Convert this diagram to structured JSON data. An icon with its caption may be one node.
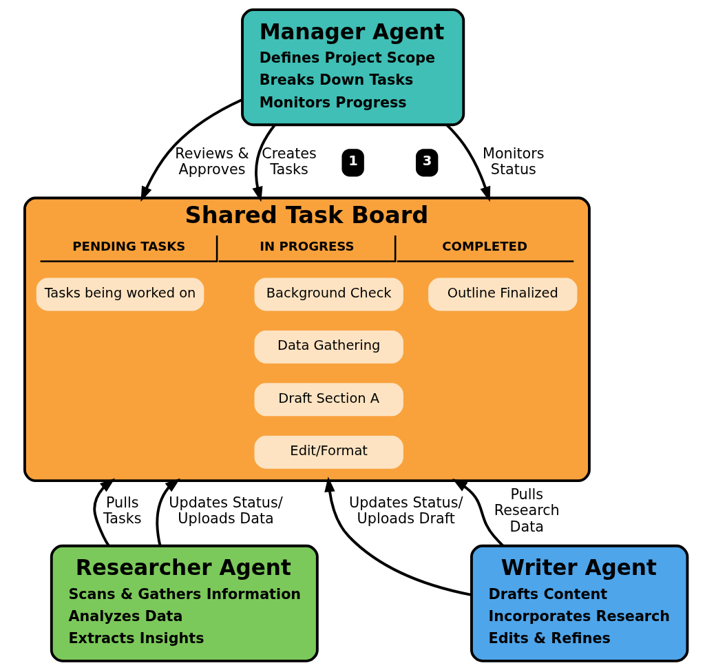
{
  "diagram": {
    "nodes": [
      {
        "text": [
          "Manager Agent",
          "Defines Project Scope",
          "Breaks Down Tasks",
          "Monitors Progress"
        ]
      },
      {
        "text": [
          "Shared Task Board",
          "PENDING TASKS",
          "IN PROGRESS",
          "COMPLETED"
        ]
      },
      {
        "text": [
          "Background Check"
        ],
        "in": 1
      },
      {
        "text": [
          "Data Gathering"
        ],
        "in": 1
      },
      {
        "text": [
          "Draft Section A"
        ],
        "in": 1
      },
      {
        "text": [
          "Edit/Format"
        ],
        "in": 1
      },
      {
        "text": [
          "Tasks being worked on"
        ],
        "in": 1
      },
      {
        "text": [
          "Outline Finalized"
        ],
        "in": 1
      },
      {
        "text": [
          "Researcher Agent",
          "Scans & Gathers Information",
          "Analyzes Data",
          "Extracts Insights"
        ]
      },
      {
        "text": [
          "Writer Agent",
          "Drafts Content",
          "Incorporates Research",
          "Edits & Refines"
        ]
      }
    ],
    "edges": [
      {
        "from": 0,
        "to": 1,
        "arrow": "to",
        "label": "Creates Tasks"
      },
      {
        "from": 0,
        "to": 1,
        "arrow": "to",
        "label": "Reviews & Approves"
      },
      {
        "from": 0,
        "to": 1,
        "arrow": "to",
        "label": "Monitors Status"
      },
      {
        "from": 8,
        "to": 1,
        "arrow": "to",
        "label": "Pulls Tasks"
      },
      {
        "from": 8,
        "to": 1,
        "arrow": "to",
        "label": "Updates Status/ Uploads Data"
      },
      {
        "from": 9,
        "to": 1,
        "arrow": "to",
        "label": "Updates Status/ Uploads Draft"
      },
      {
        "from": 9,
        "to": 1,
        "arrow": "to",
        "label": "Pulls Research Data"
      }
    ],
    "labels": [
      "1",
      "3"
    ]
  }
}
